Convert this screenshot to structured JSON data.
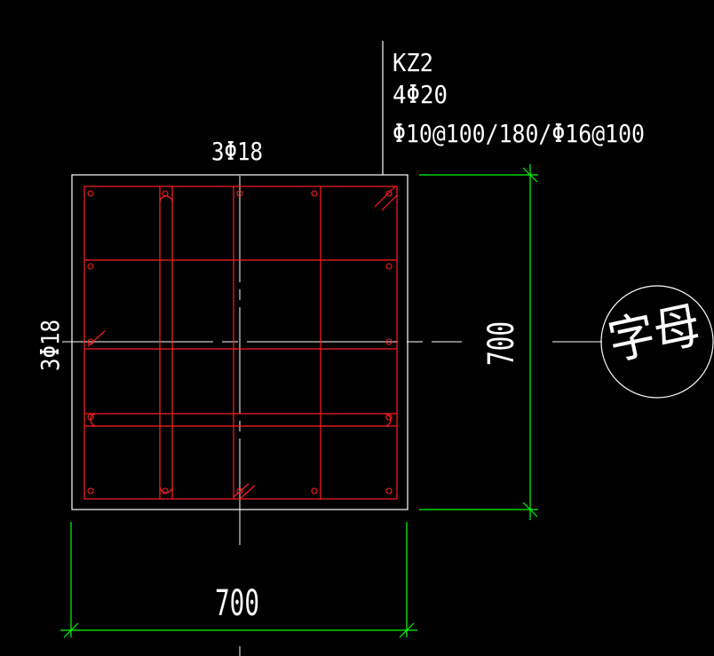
{
  "drawing": {
    "column_label": {
      "id": "KZ2",
      "corner_bars": "4Φ20",
      "stirrups": "Φ10@100/180/Φ16@100"
    },
    "side_bars_top": "3Φ18",
    "side_bars_left": "3Φ18",
    "dim_horizontal": "700",
    "dim_vertical": "700",
    "axis_bubble": "字母"
  },
  "colors": {
    "background": "#000000",
    "outline": "#ffffff",
    "rebar": "#ff2020",
    "dimension": "#00ff00",
    "axis": "#ffffff"
  }
}
